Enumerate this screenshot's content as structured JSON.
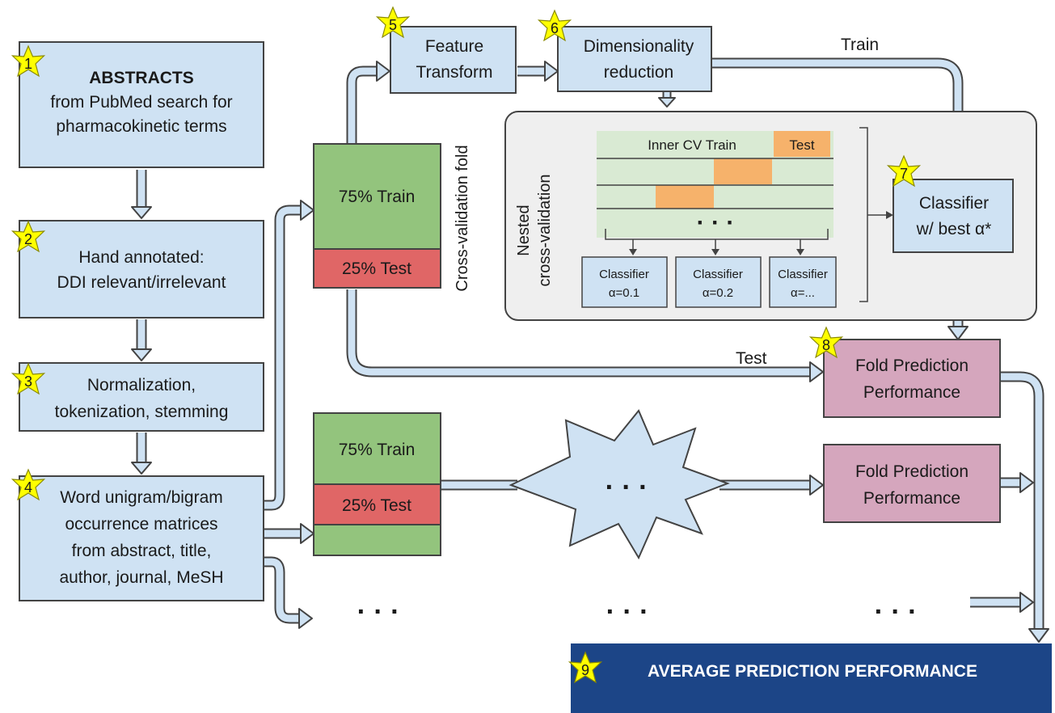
{
  "steps": {
    "s1": {
      "badge": "1",
      "title": "ABSTRACTS",
      "line1": "from PubMed search for",
      "line2": "pharmacokinetic terms"
    },
    "s2": {
      "badge": "2",
      "line1": "Hand annotated:",
      "line2": "DDI relevant/irrelevant"
    },
    "s3": {
      "badge": "3",
      "line1": "Normalization,",
      "line2": "tokenization, stemming"
    },
    "s4": {
      "badge": "4",
      "line1": "Word unigram/bigram",
      "line2": "occurrence matrices",
      "line3": "from abstract, title,",
      "line4": "author, journal, MeSH"
    },
    "s5": {
      "badge": "5",
      "line1": "Feature",
      "line2": "Transform"
    },
    "s6": {
      "badge": "6",
      "line1": "Dimensionality",
      "line2": "reduction"
    },
    "s7": {
      "badge": "7",
      "line1": "Classifier",
      "line2": "w/ best α*"
    },
    "s8": {
      "badge": "8",
      "line1": "Fold Prediction",
      "line2": "Performance"
    },
    "s9": {
      "badge": "9",
      "title": "AVERAGE PREDICTION PERFORMANCE"
    }
  },
  "fold": {
    "train": "75% Train",
    "test": "25% Test",
    "side_label": "Cross-validation fold"
  },
  "fold2": {
    "train": "75% Train",
    "test": "25% Test"
  },
  "fold_perf2": {
    "line1": "Fold Prediction",
    "line2": "Performance"
  },
  "nested": {
    "side_line1": "Nested",
    "side_line2": "cross-validation",
    "inner_train": "Inner CV Train",
    "inner_test": "Test",
    "dots": "· · ·",
    "classifiers": [
      {
        "name": "Classifier",
        "alpha": "α=0.1"
      },
      {
        "name": "Classifier",
        "alpha": "α=0.2"
      },
      {
        "name": "Classifier",
        "alpha": "α=..."
      }
    ]
  },
  "edges": {
    "train": "Train",
    "test": "Test"
  },
  "ellipsis": "· · ·",
  "colors": {
    "box": "#cfe2f3",
    "border": "#434343",
    "train": "#93c47d",
    "test": "#e06666",
    "perf": "#d5a6bd",
    "badge": "#ffff00",
    "final": "#1c4587",
    "inner_bg": "#d9ead3",
    "inner_test": "#f6b26b",
    "panel": "#efefef"
  }
}
